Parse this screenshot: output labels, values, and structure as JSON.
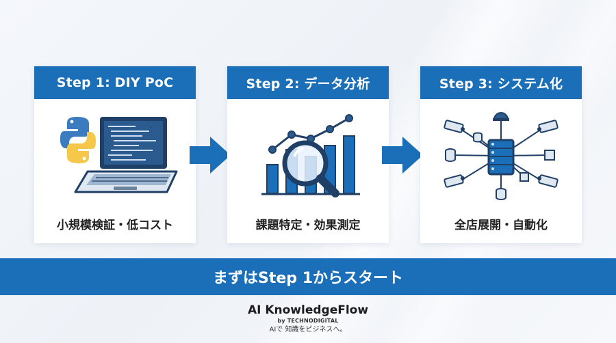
{
  "steps": [
    {
      "title": "Step 1: DIY PoC",
      "caption": "小規模検証・低コスト",
      "icon": "python-laptop-icon"
    },
    {
      "title": "Step 2: データ分析",
      "caption": "課題特定・効果測定",
      "icon": "chart-magnifier-icon"
    },
    {
      "title": "Step 3: システム化",
      "caption": "全店展開・自動化",
      "icon": "server-network-icon"
    }
  ],
  "banner": {
    "text": "まずはStep 1からスタート"
  },
  "brand": {
    "name": "AI KnowledgeFlow",
    "by": "by TECHNODIGITAL",
    "tagline": "AIで 知識をビジネスへ。"
  },
  "colors": {
    "primary": "#1b6fb8",
    "dark": "#1f3f66",
    "light": "#cfe0f3",
    "python_yellow": "#f5c84a"
  }
}
